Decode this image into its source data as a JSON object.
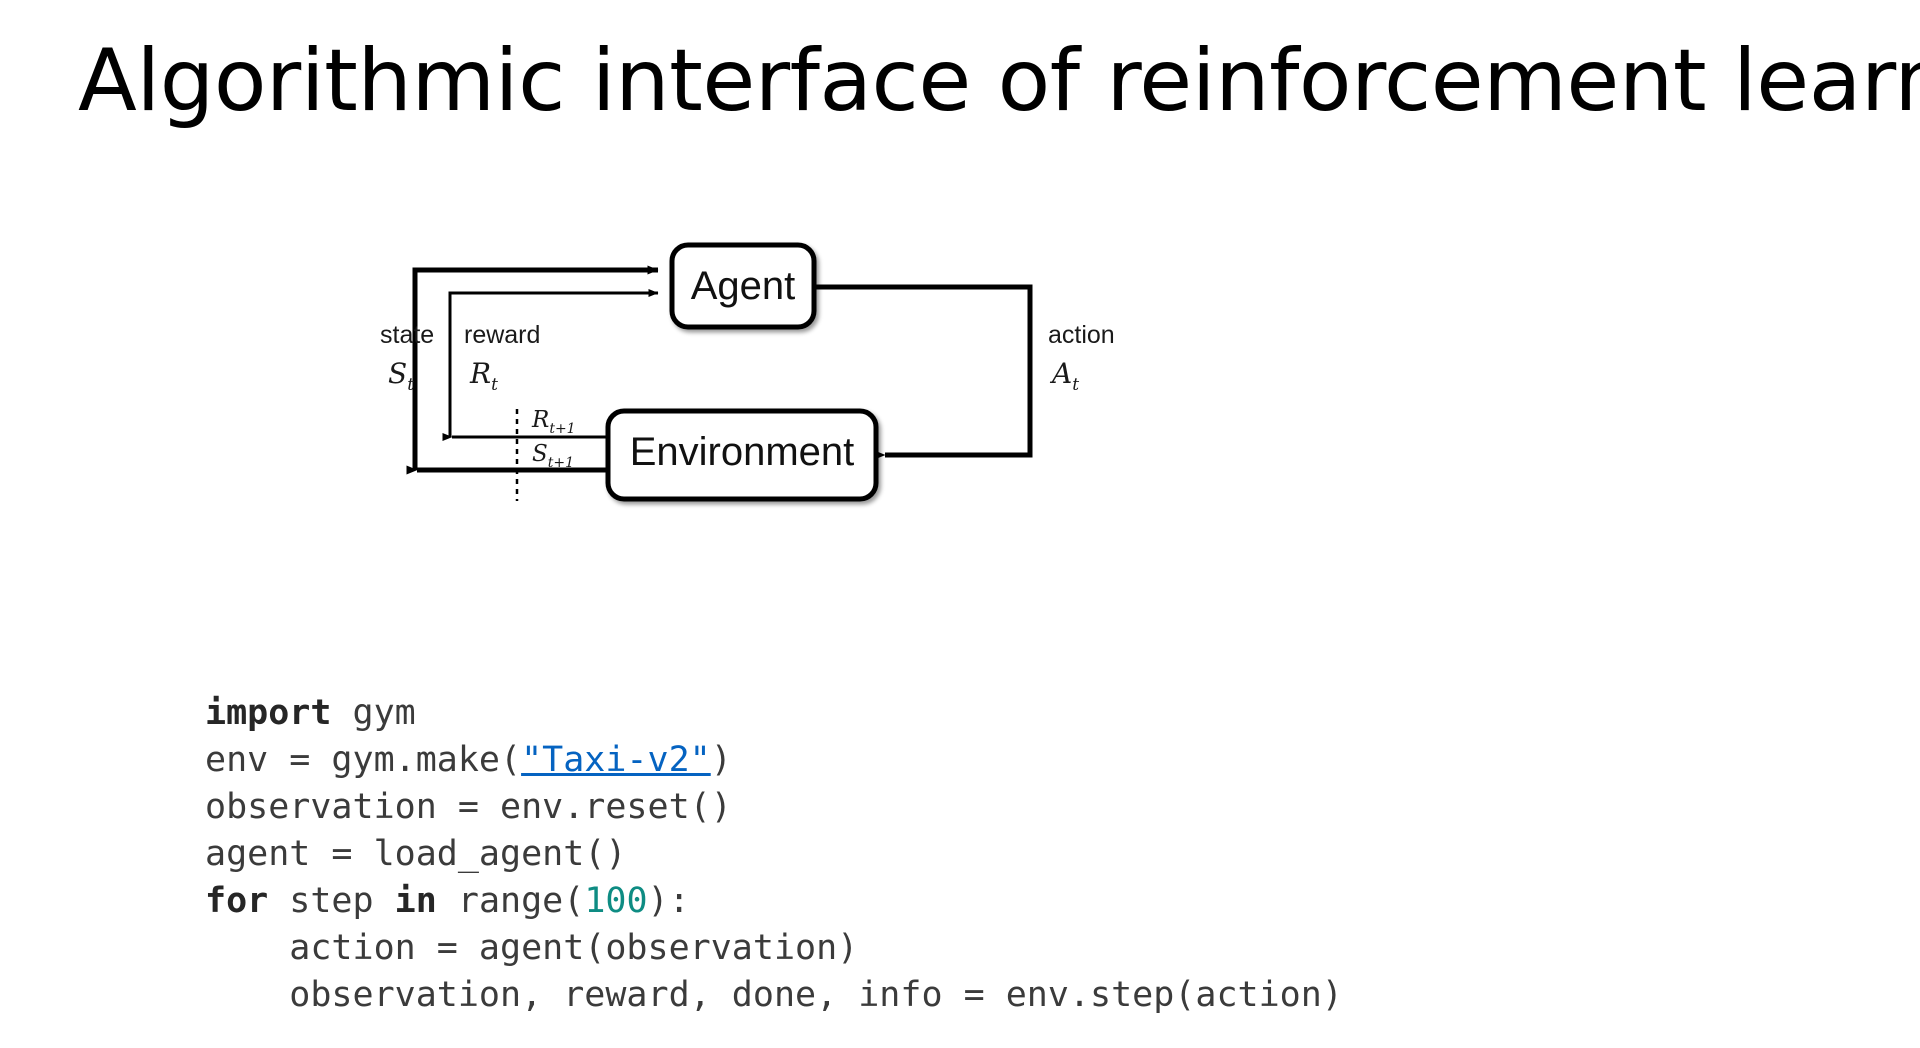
{
  "slide": {
    "title": "Algorithmic interface of reinforcement learning",
    "background_color": "#ffffff"
  },
  "diagram": {
    "name": "agent-environment-interaction-loop",
    "boxes": {
      "agent": "Agent",
      "environment": "Environment"
    },
    "labels": {
      "state_word": "state",
      "state_sym": "S",
      "state_sub": "t",
      "reward_word": "reward",
      "reward_sym": "R",
      "reward_sub": "t",
      "action_word": "action",
      "action_sym": "A",
      "action_sub": "t",
      "reward_next_sym": "R",
      "reward_next_sub": "t+1",
      "state_next_sym": "S",
      "state_next_sub": "t+1"
    },
    "line_color": "#000000"
  },
  "code": {
    "language": "python",
    "link_color": "#0563c1",
    "number_color": "#0e8c83",
    "keyword_color": "#262626",
    "text_color": "#3b3b3b",
    "lines": [
      {
        "id": "line-1",
        "segments": [
          {
            "text": "import",
            "style": "kw"
          },
          {
            "text": " gym",
            "style": "plain"
          }
        ]
      },
      {
        "id": "line-2",
        "segments": [
          {
            "text": "env = gym.make(",
            "style": "plain"
          },
          {
            "text": "\"Taxi-v2\"",
            "style": "link"
          },
          {
            "text": ")",
            "style": "plain"
          }
        ]
      },
      {
        "id": "line-3",
        "segments": [
          {
            "text": "observation = env.reset()",
            "style": "plain"
          }
        ]
      },
      {
        "id": "line-4",
        "segments": [
          {
            "text": "agent = load_agent()",
            "style": "plain"
          }
        ]
      },
      {
        "id": "line-5",
        "segments": [
          {
            "text": "for",
            "style": "kw"
          },
          {
            "text": " step ",
            "style": "plain"
          },
          {
            "text": "in",
            "style": "kw"
          },
          {
            "text": " range(",
            "style": "plain"
          },
          {
            "text": "100",
            "style": "num"
          },
          {
            "text": "):",
            "style": "plain"
          }
        ]
      },
      {
        "id": "line-6",
        "segments": [
          {
            "text": "    action = agent(observation)",
            "style": "plain"
          }
        ]
      },
      {
        "id": "line-7",
        "segments": [
          {
            "text": "    observation, reward, done, info = env.step(action)",
            "style": "plain"
          }
        ]
      }
    ]
  }
}
